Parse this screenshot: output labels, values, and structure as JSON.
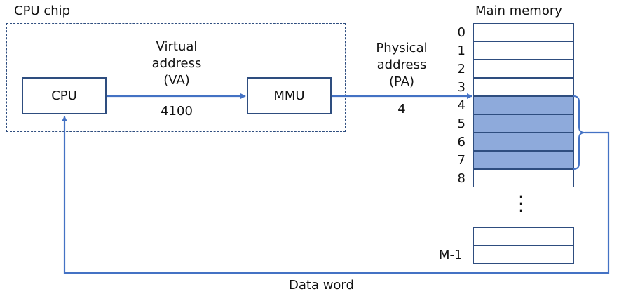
{
  "cpu_chip": {
    "title": "CPU chip"
  },
  "cpu": {
    "label": "CPU"
  },
  "mmu": {
    "label": "MMU"
  },
  "virtual_address": {
    "line1": "Virtual",
    "line2": "address",
    "line3": "(VA)",
    "value": "4100"
  },
  "physical_address": {
    "line1": "Physical",
    "line2": "address",
    "line3": "(PA)",
    "value": "4"
  },
  "main_memory": {
    "title": "Main memory",
    "addresses": [
      "0",
      "1",
      "2",
      "3",
      "4",
      "5",
      "6",
      "7",
      "8"
    ],
    "highlighted": [
      "4",
      "5",
      "6",
      "7"
    ],
    "ellipsis": ".\n.\n.",
    "last_address": "M-1"
  },
  "data_word": {
    "label": "Data word"
  },
  "colors": {
    "line": "#4472c4",
    "border": "#2e4d7f",
    "highlight": "#8eaadb"
  }
}
